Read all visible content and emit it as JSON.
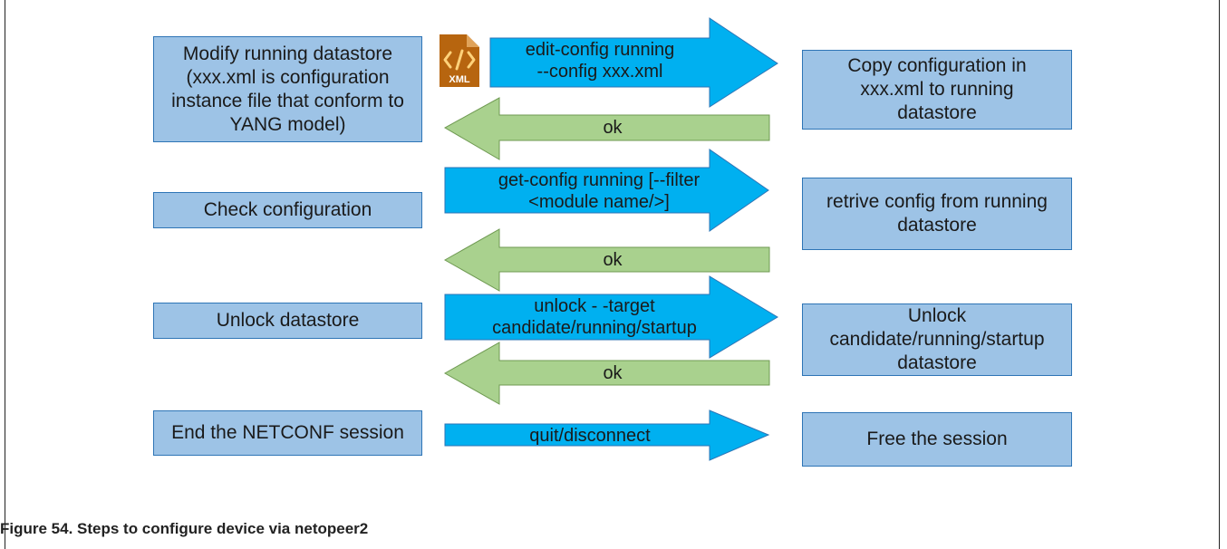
{
  "figure": {
    "caption": "Figure 54.  Steps to configure device via netopeer2"
  },
  "steps": [
    {
      "client": "Modify running datastore\n(xxx.xml is configuration\ninstance file that conform to\nYANG model)",
      "request": "edit-config running\n--config xxx.xml",
      "response": "ok",
      "server": "Copy configuration in\nxxx.xml to running\ndatastore"
    },
    {
      "client": "Check configuration",
      "request": "get-config running [--filter\n<module name/>]",
      "response": "ok",
      "server": "retrive config from running\ndatastore"
    },
    {
      "client": "Unlock datastore",
      "request": "unlock - -target\ncandidate/running/startup",
      "response": "ok",
      "server": "Unlock\ncandidate/running/startup\ndatastore"
    },
    {
      "client": "End the NETCONF session",
      "request": "quit/disconnect",
      "server": "Free the session"
    }
  ],
  "xml_icon": {
    "icon": "xml-file-icon",
    "label": "XML",
    "color": "#b7650f"
  },
  "colors": {
    "box_fill": "#9dc3e6",
    "box_border": "#2e75b6",
    "request_arrow": "#00b0f0",
    "response_arrow": "#a9d18e"
  }
}
